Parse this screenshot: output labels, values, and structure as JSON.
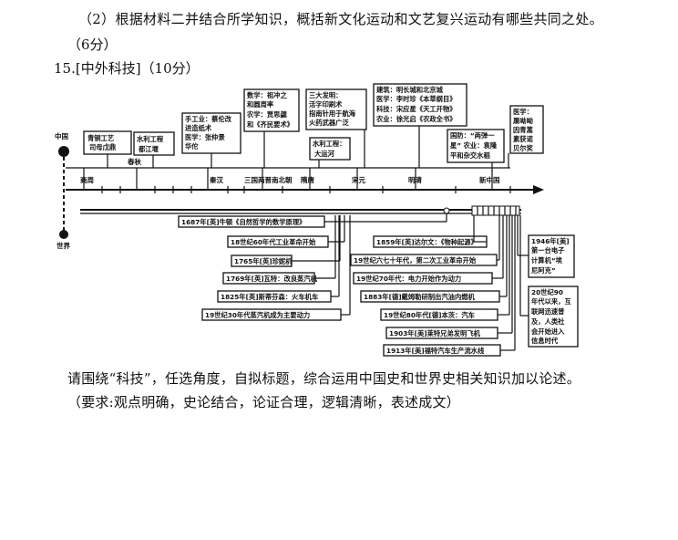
{
  "question_2": {
    "line1": "（2）根据材料二并结合所学知识，概括新文化运动和文艺复兴运动有哪些共同之处。",
    "score": "（6分）"
  },
  "question_15": {
    "heading": "15.[中外科技]（10分）"
  },
  "timeline": {
    "china_label": "中国",
    "world_label": "世界",
    "china_eras": [
      "商周",
      "春秋",
      "秦汉",
      "三国两晋南北朝",
      "隋唐",
      "宋元",
      "明清",
      "新中国"
    ],
    "china_boxes": [
      {
        "lines": [
          "青铜工艺",
          "司母戊鼎"
        ]
      },
      {
        "lines": [
          "水利工程",
          "都江堰"
        ]
      },
      {
        "lines": [
          "手工业：蔡伦改",
          "进造纸术",
          "医学：张仲景",
          "华佗"
        ]
      },
      {
        "lines": [
          "数学：祖冲之",
          "和圆周率",
          "农学：贾思勰",
          "和《齐民要术》"
        ]
      },
      {
        "lines": [
          "三大发明：",
          "活字印刷术",
          "指南针用于航海",
          "火药武器广泛"
        ]
      },
      {
        "lines": [
          "水利工程：",
          "大运河"
        ]
      },
      {
        "lines": [
          "建筑：明长城和北京城",
          "医学：李时珍《本草纲目》",
          "科技：宋应星《天工开物》",
          "农业：徐光启《农政全书》"
        ]
      },
      {
        "lines": [
          "国防：“两弹一",
          "星” 农业：袁隆",
          "平和杂交水稻"
        ]
      },
      {
        "lines": [
          "医学：",
          "屠呦呦",
          "因青蒿",
          "素获诺",
          "贝尔奖"
        ]
      }
    ],
    "world_left": [
      "1687年[英]牛顿《自然哲学的数学原理》",
      "18世纪60年代工业革命开始",
      "1765年[英]珍妮机",
      "1769年[英]瓦特：改良蒸汽机",
      "1825年[英]斯蒂芬森：火车机车",
      "19世纪30年代蒸汽机成为主要动力"
    ],
    "world_right": [
      "1859年[英]达尔文：《物种起源》",
      "19世纪六七十年代，第二次工业革命开始",
      "19世纪70年代：电力开始作为动力",
      "1883年[德]戴姆勒研制出汽油内燃机",
      "19世纪80年代[德]本茨：汽车",
      "1903年[美]莱特兄弟发明飞机",
      "1913年[美]福特汽车生产流水线"
    ],
    "world_far_right": [
      {
        "lines": [
          "1946年[美]",
          "第一台电子",
          "计算机“埃",
          "尼阿克”"
        ]
      },
      {
        "lines": [
          "20世纪90",
          "年代以来，互",
          "联网迅速普",
          "及，人类社",
          "会开始进入",
          "信息时代"
        ]
      }
    ]
  },
  "task": {
    "line1": "请围绕“科技”，任选角度，自拟标题，综合运用中国史和世界史相关知识加以论述。",
    "line2": "（要求:观点明确，史论结合，论证合理，逻辑清晰，表述成文）"
  }
}
